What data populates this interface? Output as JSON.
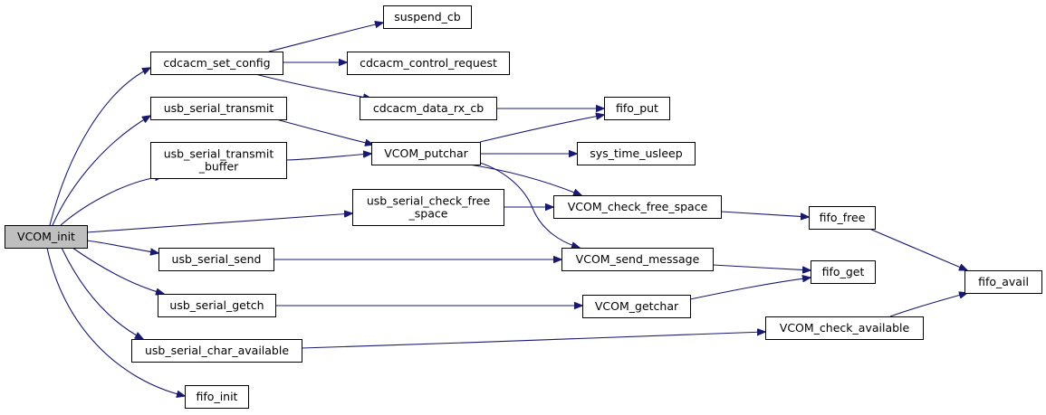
{
  "graph": {
    "edge_color": "#191970",
    "root_fill": "#bfbfbf",
    "nodes": [
      {
        "id": "vcom_init",
        "lines": [
          "VCOM_init"
        ],
        "root": true
      },
      {
        "id": "cdcacm_set_config",
        "lines": [
          "cdcacm_set_config"
        ]
      },
      {
        "id": "usb_serial_transmit",
        "lines": [
          "usb_serial_transmit"
        ]
      },
      {
        "id": "usb_serial_transmit_buffer",
        "lines": [
          "usb_serial_transmit",
          "_buffer"
        ]
      },
      {
        "id": "usb_serial_check_free_space",
        "lines": [
          "usb_serial_check_free",
          "_space"
        ]
      },
      {
        "id": "usb_serial_send",
        "lines": [
          "usb_serial_send"
        ]
      },
      {
        "id": "usb_serial_getch",
        "lines": [
          "usb_serial_getch"
        ]
      },
      {
        "id": "usb_serial_char_available",
        "lines": [
          "usb_serial_char_available"
        ]
      },
      {
        "id": "fifo_init",
        "lines": [
          "fifo_init"
        ]
      },
      {
        "id": "suspend_cb",
        "lines": [
          "suspend_cb"
        ]
      },
      {
        "id": "cdcacm_control_request",
        "lines": [
          "cdcacm_control_request"
        ]
      },
      {
        "id": "cdcacm_data_rx_cb",
        "lines": [
          "cdcacm_data_rx_cb"
        ]
      },
      {
        "id": "vcom_putchar",
        "lines": [
          "VCOM_putchar"
        ]
      },
      {
        "id": "fifo_put",
        "lines": [
          "fifo_put"
        ]
      },
      {
        "id": "sys_time_usleep",
        "lines": [
          "sys_time_usleep"
        ]
      },
      {
        "id": "vcom_check_free_space",
        "lines": [
          "VCOM_check_free_space"
        ]
      },
      {
        "id": "vcom_send_message",
        "lines": [
          "VCOM_send_message"
        ]
      },
      {
        "id": "vcom_getchar",
        "lines": [
          "VCOM_getchar"
        ]
      },
      {
        "id": "vcom_check_available",
        "lines": [
          "VCOM_check_available"
        ]
      },
      {
        "id": "fifo_free",
        "lines": [
          "fifo_free"
        ]
      },
      {
        "id": "fifo_get",
        "lines": [
          "fifo_get"
        ]
      },
      {
        "id": "fifo_avail",
        "lines": [
          "fifo_avail"
        ]
      }
    ],
    "edges": [
      {
        "from": "vcom_init",
        "to": "cdcacm_set_config"
      },
      {
        "from": "vcom_init",
        "to": "usb_serial_transmit"
      },
      {
        "from": "vcom_init",
        "to": "usb_serial_transmit_buffer"
      },
      {
        "from": "vcom_init",
        "to": "usb_serial_check_free_space"
      },
      {
        "from": "vcom_init",
        "to": "usb_serial_send"
      },
      {
        "from": "vcom_init",
        "to": "usb_serial_getch"
      },
      {
        "from": "vcom_init",
        "to": "usb_serial_char_available"
      },
      {
        "from": "vcom_init",
        "to": "fifo_init"
      },
      {
        "from": "cdcacm_set_config",
        "to": "suspend_cb"
      },
      {
        "from": "cdcacm_set_config",
        "to": "cdcacm_control_request"
      },
      {
        "from": "cdcacm_set_config",
        "to": "cdcacm_data_rx_cb"
      },
      {
        "from": "cdcacm_data_rx_cb",
        "to": "fifo_put"
      },
      {
        "from": "usb_serial_transmit",
        "to": "vcom_putchar"
      },
      {
        "from": "usb_serial_transmit_buffer",
        "to": "vcom_putchar"
      },
      {
        "from": "vcom_putchar",
        "to": "fifo_put"
      },
      {
        "from": "vcom_putchar",
        "to": "sys_time_usleep"
      },
      {
        "from": "vcom_putchar",
        "to": "vcom_check_free_space"
      },
      {
        "from": "vcom_putchar",
        "to": "vcom_send_message"
      },
      {
        "from": "usb_serial_check_free_space",
        "to": "vcom_check_free_space"
      },
      {
        "from": "vcom_check_free_space",
        "to": "fifo_free"
      },
      {
        "from": "usb_serial_send",
        "to": "vcom_send_message"
      },
      {
        "from": "vcom_send_message",
        "to": "fifo_get"
      },
      {
        "from": "usb_serial_getch",
        "to": "vcom_getchar"
      },
      {
        "from": "vcom_getchar",
        "to": "fifo_get"
      },
      {
        "from": "usb_serial_char_available",
        "to": "vcom_check_available"
      },
      {
        "from": "vcom_check_available",
        "to": "fifo_avail"
      },
      {
        "from": "fifo_free",
        "to": "fifo_avail"
      }
    ]
  }
}
